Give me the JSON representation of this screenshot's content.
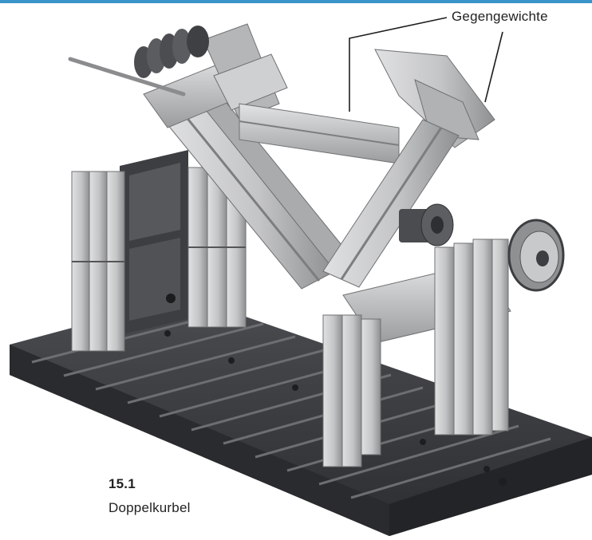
{
  "figure": {
    "number": "15.1",
    "caption": "Doppelkurbel",
    "callout": "Gegengewichte"
  },
  "colors": {
    "accent_rule": "#3a93c9",
    "base_plate": "#3b3d40",
    "block_light": "#c9cacb",
    "block_mid": "#9d9fa1",
    "block_dark": "#6f7173",
    "text": "#222222"
  }
}
